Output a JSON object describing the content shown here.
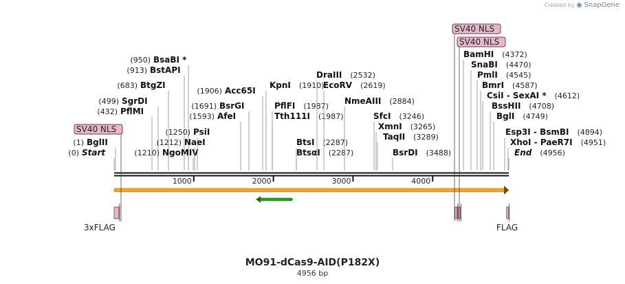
{
  "watermark": {
    "text": "Created by",
    "brand": "SnapGene",
    "logo_icon": "snapgene-logo-icon"
  },
  "title": "MO91-dCas9-AID(P182X)",
  "subtitle": "4956 bp",
  "sequence_length": 4956,
  "ruler_ticks": [
    {
      "pos": 1000,
      "label": "1000"
    },
    {
      "pos": 2000,
      "label": "2000"
    },
    {
      "pos": 3000,
      "label": "3000"
    },
    {
      "pos": 4000,
      "label": "4000"
    }
  ],
  "sites": [
    {
      "coord": "(0)",
      "name": "Start",
      "pos": 0,
      "style": "italic"
    },
    {
      "coord": "(1)",
      "name": "BglII",
      "pos": 1
    },
    {
      "coord": "(432)",
      "name": "PflMI",
      "pos": 432
    },
    {
      "coord": "(499)",
      "name": "SgrDI",
      "pos": 499
    },
    {
      "coord": "(683)",
      "name": "BtgZI",
      "pos": 683
    },
    {
      "coord": "(913)",
      "name": "BstAPI",
      "pos": 913
    },
    {
      "coord": "(950)",
      "name": "BsaBI *",
      "pos": 950
    },
    {
      "coord": "(1210)",
      "name": "NgoMIV",
      "pos": 1210
    },
    {
      "coord": "(1212)",
      "name": "NaeI",
      "pos": 1212
    },
    {
      "coord": "(1250)",
      "name": "PsiI",
      "pos": 1250
    },
    {
      "coord": "(1593)",
      "name": "AfeI",
      "pos": 1593
    },
    {
      "coord": "(1691)",
      "name": "BsrGI",
      "pos": 1691
    },
    {
      "coord": "(1906)",
      "name": "Acc65I",
      "pos": 1906
    },
    {
      "coord": "(1910)",
      "name": "KpnI",
      "pos": 1910
    },
    {
      "coord": "(1987)",
      "name": "Tth111I",
      "pos": 1987
    },
    {
      "coord": "(1987)",
      "name": "PflFI",
      "pos": 1987
    },
    {
      "coord": "(2287)",
      "name": "BtsαI",
      "pos": 2287
    },
    {
      "coord": "(2287)",
      "name": "BtsI",
      "pos": 2287
    },
    {
      "coord": "(2532)",
      "name": "DraIII",
      "pos": 2532
    },
    {
      "coord": "(2619)",
      "name": "EcoRV",
      "pos": 2619
    },
    {
      "coord": "(2884)",
      "name": "NmeAIII",
      "pos": 2884
    },
    {
      "coord": "(3246)",
      "name": "SfcI",
      "pos": 3246
    },
    {
      "coord": "(3265)",
      "name": "XmnI",
      "pos": 3265
    },
    {
      "coord": "(3289)",
      "name": "TaqII",
      "pos": 3289
    },
    {
      "coord": "(3488)",
      "name": "BsrDI",
      "pos": 3488
    },
    {
      "coord": "(4372)",
      "name": "BamHI",
      "pos": 4372
    },
    {
      "coord": "(4470)",
      "name": "SnaBI",
      "pos": 4470
    },
    {
      "coord": "(4545)",
      "name": "PmlI",
      "pos": 4545
    },
    {
      "coord": "(4587)",
      "name": "BmrI",
      "pos": 4587
    },
    {
      "coord": "(4612)",
      "name": "CsiI  -  SexAI *",
      "pos": 4612
    },
    {
      "coord": "(4708)",
      "name": "BssHII",
      "pos": 4708
    },
    {
      "coord": "(4749)",
      "name": "BglI",
      "pos": 4749
    },
    {
      "coord": "(4894)",
      "name": "Esp3I  -  BsmBI",
      "pos": 4894
    },
    {
      "coord": "(4951)",
      "name": "XhoI  -  PaeR7I",
      "pos": 4951
    },
    {
      "coord": "(4956)",
      "name": "End",
      "pos": 4956,
      "style": "italic"
    }
  ],
  "top_features": [
    {
      "label": "SV40 NLS",
      "pos": 5
    },
    {
      "label": "SV40 NLS",
      "pos": 4280
    },
    {
      "label": "SV40 NLS",
      "pos": 4320
    }
  ],
  "bottom_features": [
    {
      "label": "3xFLAG",
      "start": 0,
      "end": 60
    },
    {
      "label": "",
      "start": 4280,
      "end": 4305
    },
    {
      "label": "",
      "start": 4320,
      "end": 4345
    },
    {
      "label": "FLAG",
      "start": 4928,
      "end": 4952
    }
  ],
  "orfs": [
    {
      "start": 0,
      "end": 4956,
      "direction": "forward",
      "color": "#f5a623"
    },
    {
      "start": 1780,
      "end": 2240,
      "direction": "reverse",
      "color": "#2a9d1a"
    }
  ],
  "colors": {
    "feature_fill": "#e7b8cc",
    "feature_stroke": "#6b3b52",
    "backbone": "#111111",
    "leader": "#888888"
  }
}
